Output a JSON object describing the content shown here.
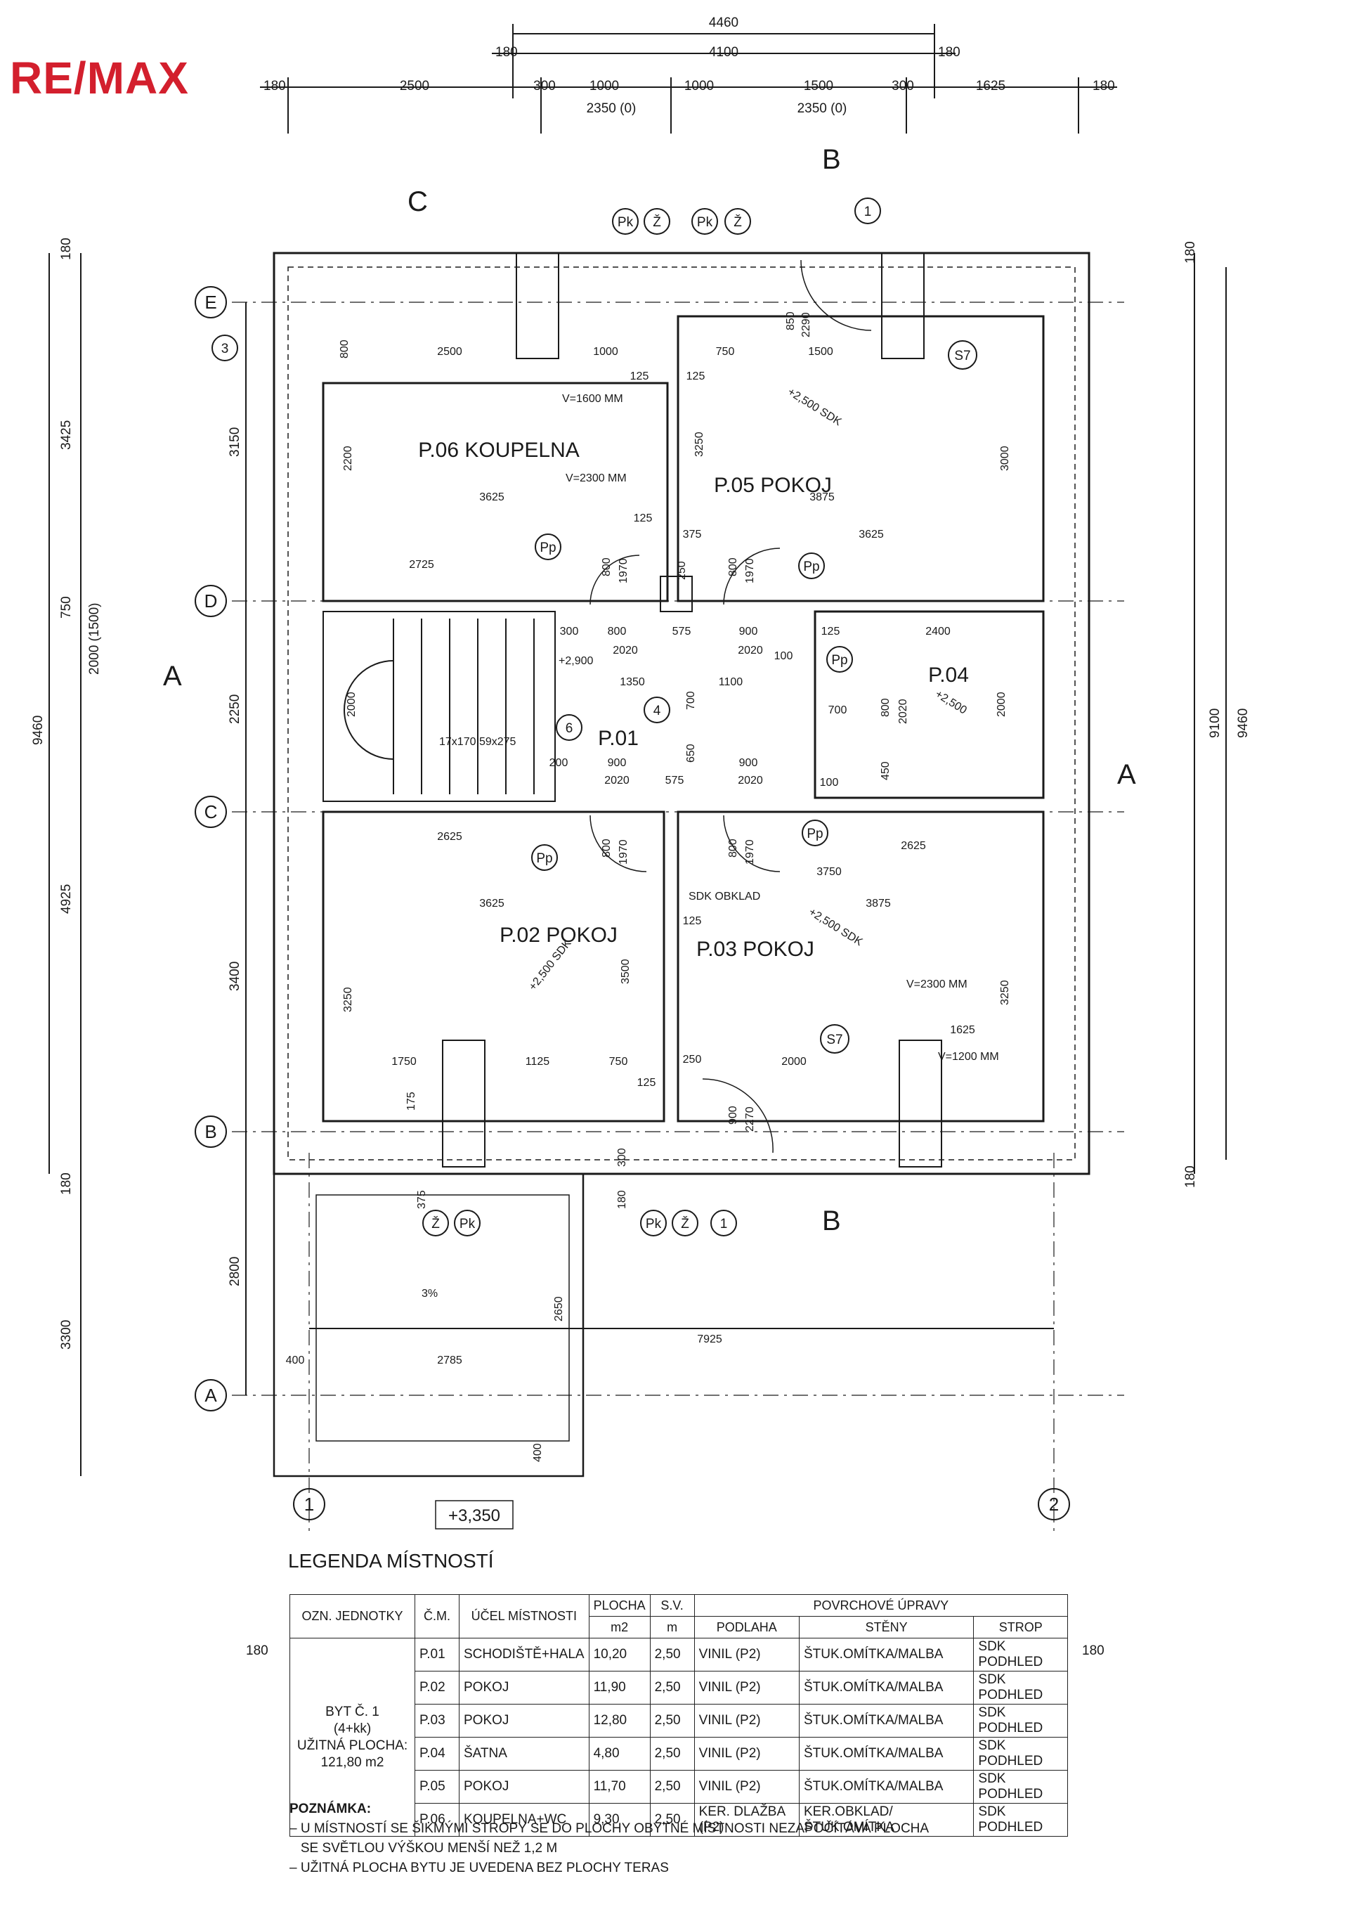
{
  "logo": {
    "text": "RE/MAX",
    "color": "#d31f2d"
  },
  "top_dims": {
    "overall": "4460",
    "left_wall": "180",
    "span": "4100",
    "right_wall": "180",
    "row": [
      "180",
      "2500",
      "300",
      "1000",
      "1000",
      "1500",
      "300",
      "1625",
      "180"
    ],
    "sub_left": "2350 (0)",
    "sub_right": "2350 (0)"
  },
  "left_dims": {
    "outer": [
      "180",
      "3425",
      "750",
      "2000 (1500)",
      "4925",
      "180",
      "3300",
      "9460"
    ],
    "inner": [
      "3150",
      "2250",
      "3400",
      "2800"
    ]
  },
  "right_dims": [
    "180",
    "9100",
    "9460",
    "180"
  ],
  "grid": {
    "rows": [
      "E",
      "D",
      "C",
      "B",
      "A"
    ],
    "cols": [
      "1",
      "2"
    ]
  },
  "sections": {
    "a": "A",
    "b": "B",
    "c": "C"
  },
  "rooms": {
    "p06": "P.06 KOUPELNA",
    "p05": "P.05 POKOJ",
    "p04": "P.04",
    "p01": "P.01",
    "p02": "P.02 POKOJ",
    "p03": "P.03 POKOJ"
  },
  "tags": {
    "pk": "Pk",
    "z": "Ž",
    "pp": "Pp",
    "s7": "S7",
    "n1": "1",
    "n3": "3",
    "n4": "4",
    "n6": "6"
  },
  "plan_texts": {
    "v1600": "V=1600 MM",
    "v2300": "V=2300 MM",
    "v1200": "V=1200 MM",
    "sdk": "+2,500 SDK",
    "sdk_short": "+2,500",
    "level_290": "+2,900",
    "level_335": "+3,350",
    "stair": "17x170,59x275",
    "sdk_obklad": "SDK OBKLAD",
    "slope": "3%"
  },
  "plan_dims": {
    "d2500": "2500",
    "d1000": "1000",
    "d1500": "1500",
    "d750": "750",
    "d125": "125",
    "d3625": "3625",
    "d3875": "3875",
    "d2725": "2725",
    "d2200": "2200",
    "d3250": "3250",
    "d3000": "3000",
    "d800": "800",
    "d1970": "1970",
    "d250": "250",
    "d375": "375",
    "d300": "300",
    "d2020": "2020",
    "d575": "575",
    "d900": "900",
    "d100": "100",
    "d2400": "2400",
    "d1350": "1350",
    "d1100": "1100",
    "d700": "700",
    "d650": "650",
    "d200": "200",
    "d2000": "2000",
    "d450": "450",
    "d2625": "2625",
    "d3750": "3750",
    "d3500": "3500",
    "d1750": "1750",
    "d1125": "1125",
    "d1625": "1625",
    "d2270": "2270",
    "d850": "850",
    "d2290": "2290",
    "d175": "175",
    "d180": "180",
    "d7925": "7925",
    "d400": "400",
    "d2785": "2785",
    "d2650": "2650"
  },
  "legend": {
    "title": "LEGENDA MÍSTNOSTÍ",
    "side_dim": "180",
    "headers": {
      "unit": "OZN. JEDNOTKY",
      "num": "Č.M.",
      "purpose": "ÚČEL MÍSTNOSTI",
      "area": "PLOCHA",
      "area_unit": "m2",
      "height": "S.V.",
      "height_unit": "m",
      "finishes": "POVRCHOVÉ ÚPRAVY",
      "floor": "PODLAHA",
      "walls": "STĚNY",
      "ceiling": "STROP"
    },
    "unit_lines": [
      "BYT Č. 1",
      "(4+kk)",
      "UŽITNÁ PLOCHA:",
      "121,80 m2"
    ],
    "rows": [
      {
        "num": "P.01",
        "purpose": "SCHODIŠTĚ+HALA",
        "area": "10,20",
        "height": "2,50",
        "floor": "VINIL (P2)",
        "walls": "ŠTUK.OMÍTKA/MALBA",
        "ceiling": "SDK PODHLED"
      },
      {
        "num": "P.02",
        "purpose": "POKOJ",
        "area": "11,90",
        "height": "2,50",
        "floor": "VINIL (P2)",
        "walls": "ŠTUK.OMÍTKA/MALBA",
        "ceiling": "SDK PODHLED"
      },
      {
        "num": "P.03",
        "purpose": "POKOJ",
        "area": "12,80",
        "height": "2,50",
        "floor": "VINIL (P2)",
        "walls": "ŠTUK.OMÍTKA/MALBA",
        "ceiling": "SDK PODHLED"
      },
      {
        "num": "P.04",
        "purpose": "ŠATNA",
        "area": "4,80",
        "height": "2,50",
        "floor": "VINIL (P2)",
        "walls": "ŠTUK.OMÍTKA/MALBA",
        "ceiling": "SDK PODHLED"
      },
      {
        "num": "P.05",
        "purpose": "POKOJ",
        "area": "11,70",
        "height": "2,50",
        "floor": "VINIL (P2)",
        "walls": "ŠTUK.OMÍTKA/MALBA",
        "ceiling": "SDK PODHLED"
      },
      {
        "num": "P.06",
        "purpose": "KOUPELNA+WC",
        "area": "9,30",
        "height": "2,50",
        "floor": "KER. DLAŽBA (P2)",
        "walls": "KER.OBKLAD/ŠTUK.OMÍTKA",
        "ceiling": "SDK PODHLED"
      }
    ]
  },
  "notes": {
    "heading": "POZNÁMKA:",
    "lines": [
      "– U MÍSTNOSTÍ SE ŠIKMÝMI STROPY SE DO PLOCHY OBYTNÉ MÍSTNOSTI NEZAPOČÍTÁVA PLOCHA",
      "   SE SVĚTLOU VÝŠKOU MENŠÍ NEŽ 1,2 M",
      "– UŽITNÁ PLOCHA BYTU JE UVEDENA BEZ PLOCHY TERAS"
    ]
  }
}
